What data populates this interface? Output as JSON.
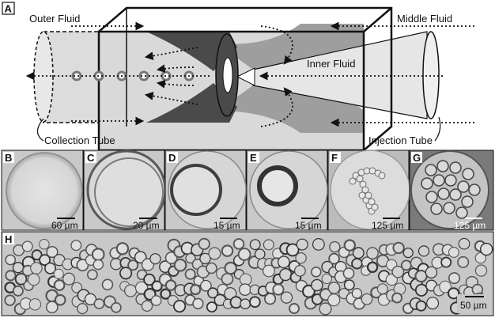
{
  "panel_a": {
    "letter": "A",
    "labels": {
      "outer_fluid": "Outer Fluid",
      "middle_fluid": "Middle Fluid",
      "inner_fluid": "Inner Fluid",
      "collection_tube": "Collection Tube",
      "injection_tube": "Injection Tube"
    }
  },
  "micrographs": [
    {
      "letter": "B",
      "scale": "60 µm"
    },
    {
      "letter": "C",
      "scale": "20 µm"
    },
    {
      "letter": "D",
      "scale": "15 µm"
    },
    {
      "letter": "E",
      "scale": "15 µm"
    },
    {
      "letter": "F",
      "scale": "125 µm"
    },
    {
      "letter": "G",
      "scale": "125 µm"
    },
    {
      "letter": "H",
      "scale": "50 µm"
    }
  ],
  "colors": {
    "light_gray": "#d9d9d9",
    "mid_gray": "#9e9e9e",
    "dark_gray": "#4a4a4a",
    "micrograph_bg": "#c9c9c9"
  }
}
